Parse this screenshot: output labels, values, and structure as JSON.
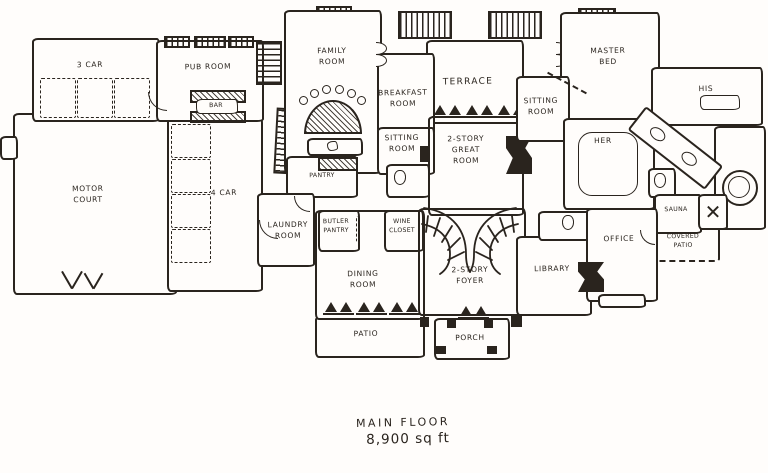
{
  "plan_title": "Main floor hand-drawn floor plan",
  "colors": {
    "ink": "#2a241e",
    "paper": "#ffffff"
  },
  "icons": {
    "shower_mark": "✕"
  },
  "rooms": {
    "three_car": {
      "label": "3 CAR"
    },
    "pub_room": {
      "label": "PUB ROOM"
    },
    "bar": {
      "label": "BAR"
    },
    "motor_court": {
      "label": "MOTOR COURT"
    },
    "four_car": {
      "label": "4 CAR"
    },
    "family_room": {
      "label": "FAMILY ROOM"
    },
    "breakfast_room": {
      "label": "BREAKFAST ROOM"
    },
    "sitting_room_west": {
      "label": "SITTING ROOM"
    },
    "terrace": {
      "label": "TERRACE"
    },
    "great_room": {
      "label": "2-STORY GREAT ROOM"
    },
    "master_bed": {
      "label": "MASTER BED"
    },
    "sitting_room_east": {
      "label": "SITTING ROOM"
    },
    "her": {
      "label": "HER"
    },
    "his": {
      "label": "HIS"
    },
    "sauna": {
      "label": "SAUNA"
    },
    "covered_patio": {
      "label": "COVERED PATIO"
    },
    "office": {
      "label": "OFFICE"
    },
    "library": {
      "label": "LIBRARY"
    },
    "foyer": {
      "label": "2-STORY FOYER"
    },
    "dining_room": {
      "label": "DINING ROOM"
    },
    "patio": {
      "label": "PATIO"
    },
    "porch": {
      "label": "PORCH"
    },
    "laundry_room": {
      "label": "LAUNDRY ROOM"
    },
    "pantry": {
      "label": "PANTRY"
    },
    "butler_pantry": {
      "label": "BUTLER PANTRY"
    },
    "wine_closet": {
      "label": "WINE CLOSET"
    }
  },
  "caption": {
    "title": "MAIN FLOOR",
    "area": "8,900 sq ft"
  }
}
